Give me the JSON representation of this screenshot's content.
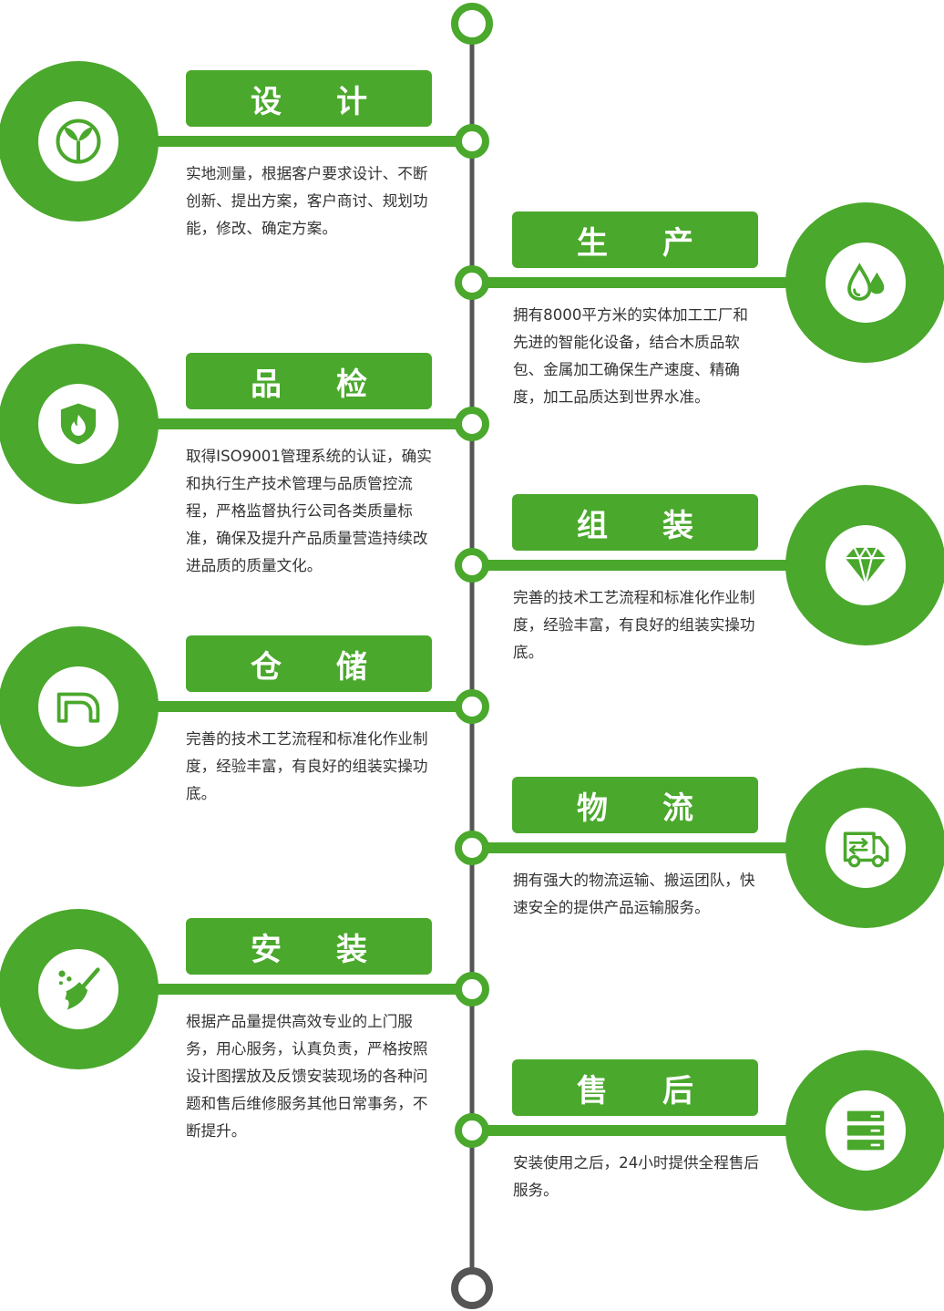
{
  "colors": {
    "accent": "#4aa82c",
    "line": "#555555",
    "text": "#333333",
    "background": "#ffffff"
  },
  "steps": [
    {
      "title": "设计",
      "description": "实地测量，根据客户要求设计、不断创新、提出方案，客户商讨、规划功能，修改、确定方案。",
      "side": "left",
      "icon": "sprout-icon"
    },
    {
      "title": "生产",
      "description": "拥有8000平方米的实体加工工厂和先进的智能化设备，结合木质品软包、金属加工确保生产速度、精确度，加工品质达到世界水准。",
      "side": "right",
      "icon": "droplets-icon"
    },
    {
      "title": "品检",
      "description": "取得ISO9001管理系统的认证，确实和执行生产技术管理与品质管控流程，严格监督执行公司各类质量标准，确保及提升产品质量营造持续改进品质的质量文化。",
      "side": "left",
      "icon": "shield-flame-icon"
    },
    {
      "title": "组装",
      "description": "完善的技术工艺流程和标准化作业制度，经验丰富，有良好的组装实操功底。",
      "side": "right",
      "icon": "diamond-icon"
    },
    {
      "title": "仓储",
      "description": "完善的技术工艺流程和标准化作业制度，经验丰富，有良好的组装实操功底。",
      "side": "left",
      "icon": "warehouse-icon"
    },
    {
      "title": "物流",
      "description": "拥有强大的物流运输、搬运团队，快速安全的提供产品运输服务。",
      "side": "right",
      "icon": "van-icon"
    },
    {
      "title": "安装",
      "description": "根据产品量提供高效专业的上门服务，用心服务，认真负责，严格按照设计图摆放及反馈安装现场的各种问题和售后维修服务其他日常事务，不断提升。",
      "side": "left",
      "icon": "broom-icon"
    },
    {
      "title": "售后",
      "description": "安装使用之后，24小时提供全程售后服务。",
      "side": "right",
      "icon": "server-icon"
    }
  ]
}
